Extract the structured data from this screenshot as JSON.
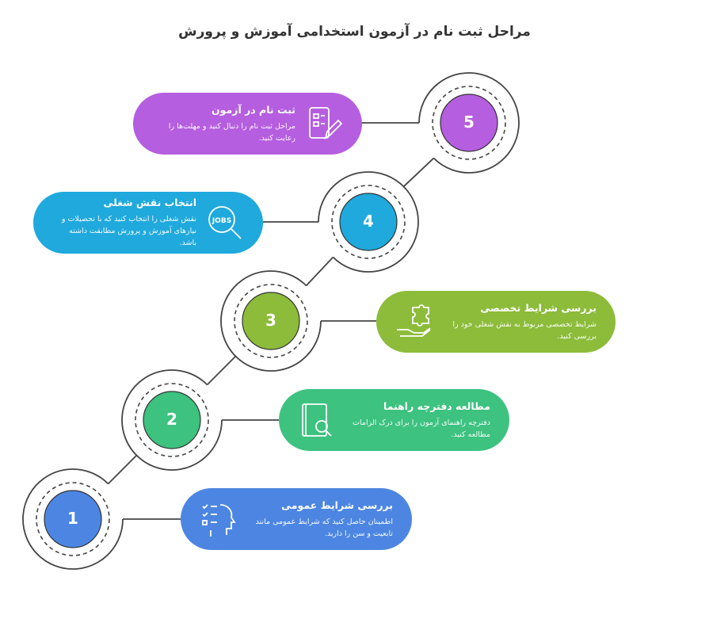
{
  "title": "مراحل ثبت نام در آزمون استخدامی آموزش و پرورش",
  "steps": [
    {
      "number": "1",
      "title": "بررسی شرایط عمومی",
      "description": "اطمینان حاصل کنید که شرایط عمومی مانند تابعیت و سن را دارید.",
      "color": "#4c86e2",
      "icon": "checklist-head-icon",
      "side": "right"
    },
    {
      "number": "2",
      "title": "مطالعه دفترچه راهنما",
      "description": "دفترچه راهنمای آزمون را برای درک الزامات مطالعه کنید.",
      "color": "#3dc27f",
      "icon": "book-search-icon",
      "side": "right"
    },
    {
      "number": "3",
      "title": "بررسی شرایط تخصصی",
      "description": "شرایط تخصصی مربوط به نقش شغلی خود را بررسی کنید.",
      "color": "#8cbc3a",
      "icon": "puzzle-hand-icon",
      "side": "right"
    },
    {
      "number": "4",
      "title": "انتخاب نقش شغلی",
      "description": "نقش شغلی را انتخاب کنید که با تحصیلات و نیازهای آموزش و پرورش مطابقت داشته باشد.",
      "color": "#1fa9dc",
      "icon": "jobs-search-icon",
      "side": "left"
    },
    {
      "number": "5",
      "title": "ثبت نام در آزمون",
      "description": "مراحل ثبت نام را دنبال کنید و مهلت‌ها را رعایت کنید.",
      "color": "#b55ee0",
      "icon": "form-pencil-icon",
      "side": "left"
    }
  ],
  "icon_text": {
    "jobs": "JOBS"
  }
}
